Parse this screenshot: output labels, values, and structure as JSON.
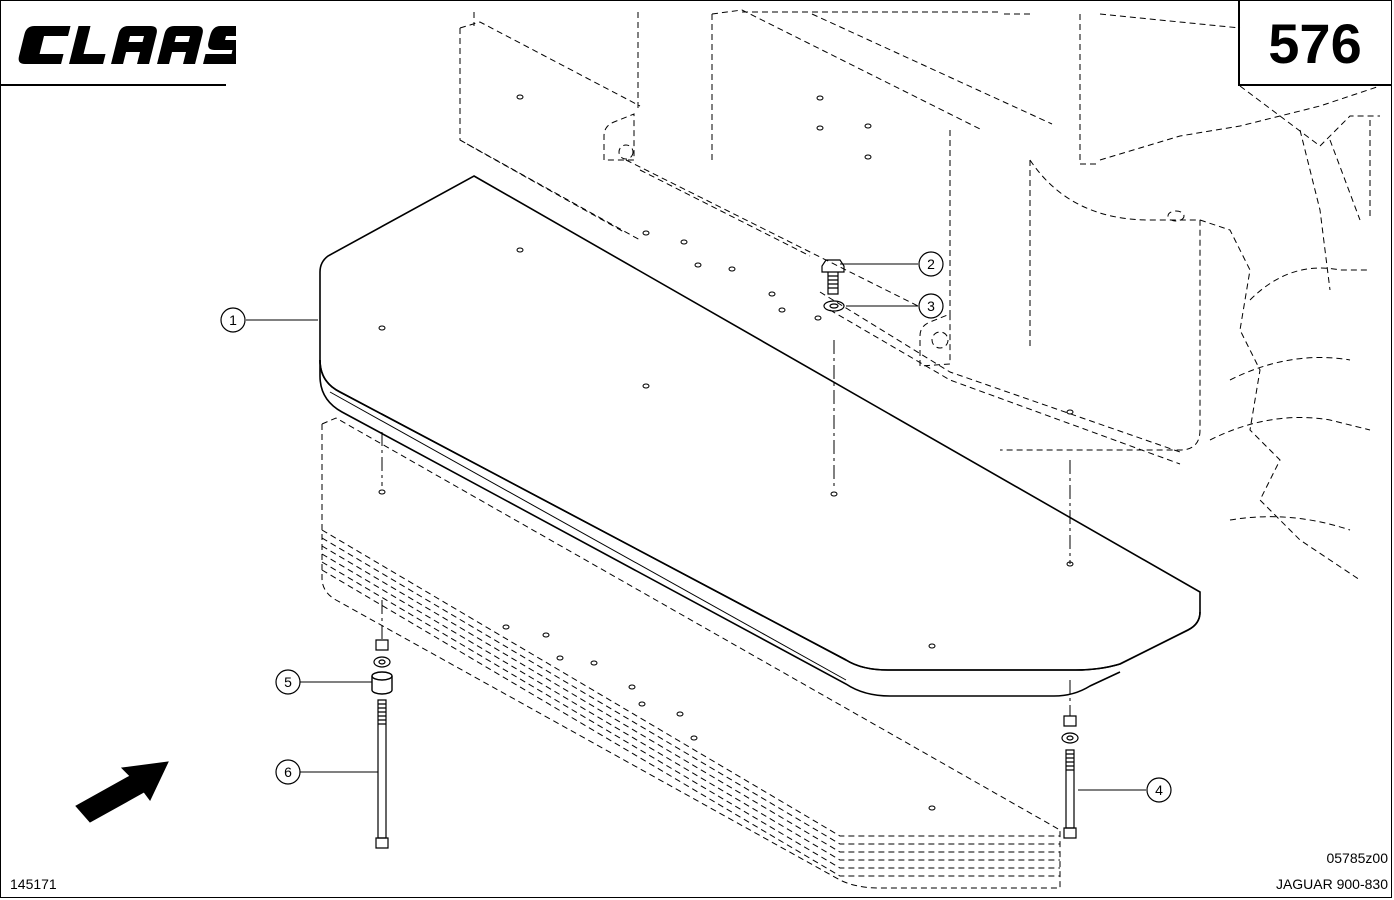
{
  "header": {
    "brand": "CLAAS",
    "page_number": "576"
  },
  "callouts": [
    {
      "number": "1",
      "part": "counterweight-plate"
    },
    {
      "number": "2",
      "part": "bolt"
    },
    {
      "number": "3",
      "part": "washer"
    },
    {
      "number": "4",
      "part": "bolt-assembly"
    },
    {
      "number": "5",
      "part": "spacer"
    },
    {
      "number": "6",
      "part": "long-bolt"
    }
  ],
  "footer": {
    "drawing_id": "145171",
    "reference_code": "05785z00",
    "model": "JAGUAR 900-830"
  },
  "colors": {
    "line": "#000000",
    "background": "#ffffff"
  }
}
